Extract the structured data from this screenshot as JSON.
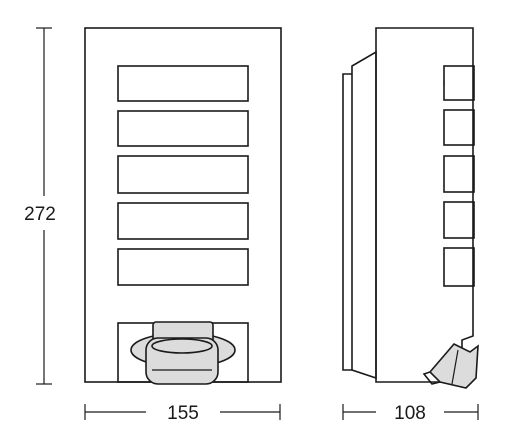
{
  "dimensions": {
    "height": "272",
    "width": "155",
    "depth": "108"
  }
}
